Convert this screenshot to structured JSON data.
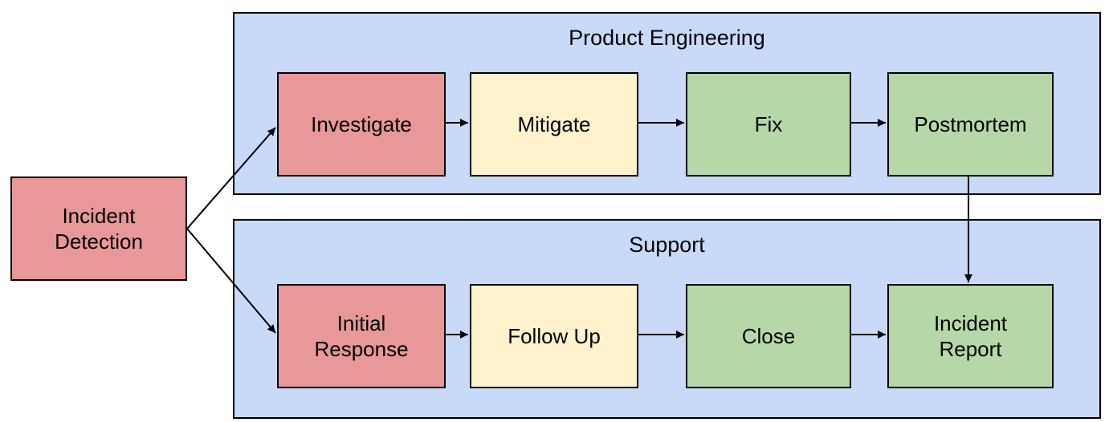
{
  "colors": {
    "background": "#ffffff",
    "lane_fill": "#c9daf8",
    "node_red": "#e89898",
    "node_yellow": "#fff2cc",
    "node_green": "#b6d7a8",
    "border": "#000000",
    "arrow": "#000000",
    "text": "#000000"
  },
  "diagram": {
    "type": "flowchart-swimlanes",
    "start_node": {
      "label": "Incident Detection",
      "color": "#e89898"
    },
    "lanes": [
      {
        "title": "Product Engineering",
        "fill": "#c9daf8",
        "nodes": [
          {
            "label": "Investigate",
            "color": "#e89898"
          },
          {
            "label": "Mitigate",
            "color": "#fff2cc"
          },
          {
            "label": "Fix",
            "color": "#b6d7a8"
          },
          {
            "label": "Postmortem",
            "color": "#b6d7a8"
          }
        ]
      },
      {
        "title": "Support",
        "fill": "#c9daf8",
        "nodes": [
          {
            "label": "Initial Response",
            "color": "#e89898"
          },
          {
            "label": "Follow Up",
            "color": "#fff2cc"
          },
          {
            "label": "Close",
            "color": "#b6d7a8"
          },
          {
            "label": "Incident Report",
            "color": "#b6d7a8"
          }
        ]
      }
    ],
    "edges": [
      {
        "from": "Incident Detection",
        "to": "Investigate"
      },
      {
        "from": "Incident Detection",
        "to": "Initial Response"
      },
      {
        "from": "Investigate",
        "to": "Mitigate"
      },
      {
        "from": "Mitigate",
        "to": "Fix"
      },
      {
        "from": "Fix",
        "to": "Postmortem"
      },
      {
        "from": "Postmortem",
        "to": "Incident Report"
      },
      {
        "from": "Initial Response",
        "to": "Follow Up"
      },
      {
        "from": "Follow Up",
        "to": "Close"
      },
      {
        "from": "Close",
        "to": "Incident Report"
      }
    ]
  }
}
